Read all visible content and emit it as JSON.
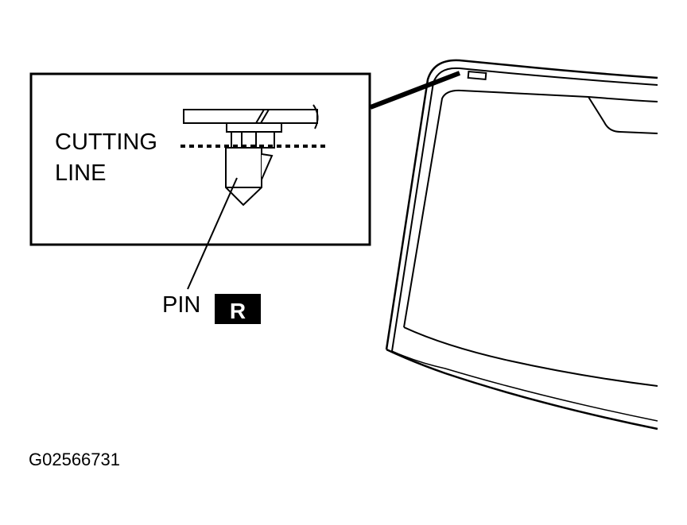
{
  "labels": {
    "cutting_line_1": "CUTTING",
    "cutting_line_2": "LINE",
    "pin": "PIN",
    "replace_badge": "R",
    "figure_id": "G02566731"
  },
  "colors": {
    "line": "#000000",
    "background": "#ffffff",
    "badge_background": "#000000",
    "badge_text": "#ffffff"
  }
}
